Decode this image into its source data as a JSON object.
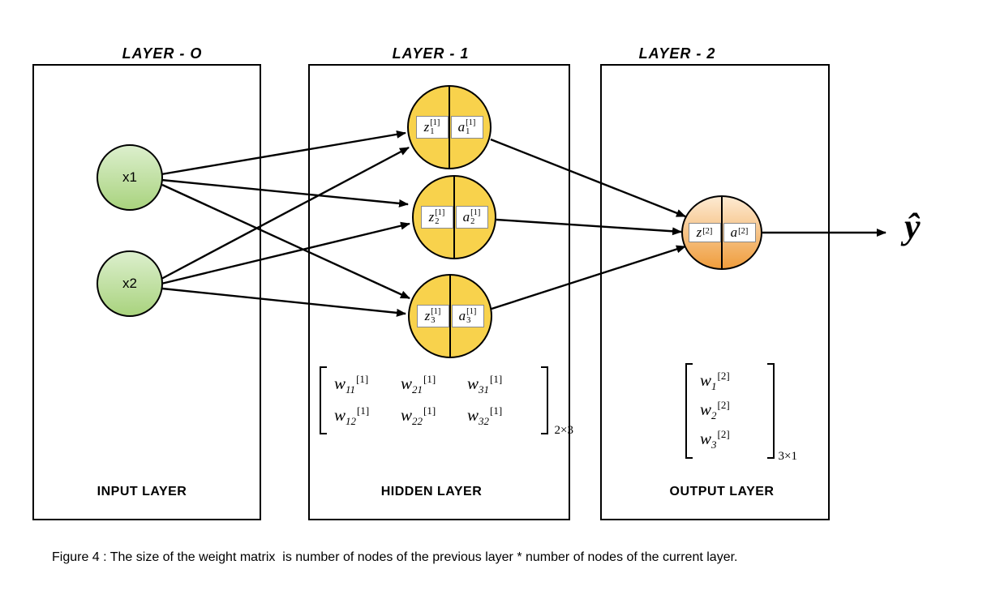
{
  "diagram": {
    "layers": [
      {
        "title": "LAYER - O",
        "footer": "INPUT LAYER"
      },
      {
        "title": "LAYER - 1",
        "footer": "HIDDEN LAYER"
      },
      {
        "title": "LAYER - 2",
        "footer": "OUTPUT LAYER"
      }
    ],
    "input_nodes": [
      {
        "label": "x1"
      },
      {
        "label": "x2"
      }
    ],
    "hidden_nodes": [
      {
        "z": "z",
        "z_sub": "1",
        "z_sup": "[1]",
        "a": "a",
        "a_sub": "1",
        "a_sup": "[1]"
      },
      {
        "z": "z",
        "z_sub": "2",
        "z_sup": "[1]",
        "a": "a",
        "a_sub": "2",
        "a_sup": "[1]"
      },
      {
        "z": "z",
        "z_sub": "3",
        "z_sup": "[1]",
        "a": "a",
        "a_sub": "3",
        "a_sup": "[1]"
      }
    ],
    "output_node": {
      "z": "z",
      "z_sup": "[2]",
      "a": "a",
      "a_sup": "[2]"
    },
    "prediction_label": "ŷ",
    "weight_matrix_1": {
      "rows": [
        [
          {
            "base": "w",
            "sub": "11",
            "sup": "[1]"
          },
          {
            "base": "w",
            "sub": "21",
            "sup": "[1]"
          },
          {
            "base": "w",
            "sub": "31",
            "sup": "[1]"
          }
        ],
        [
          {
            "base": "w",
            "sub": "12",
            "sup": "[1]"
          },
          {
            "base": "w",
            "sub": "22",
            "sup": "[1]"
          },
          {
            "base": "w",
            "sub": "32",
            "sup": "[1]"
          }
        ]
      ],
      "dims": "2×3"
    },
    "weight_matrix_2": {
      "rows": [
        [
          {
            "base": "w",
            "sub": "1",
            "sup": "[2]"
          }
        ],
        [
          {
            "base": "w",
            "sub": "2",
            "sup": "[2]"
          }
        ],
        [
          {
            "base": "w",
            "sub": "3",
            "sup": "[2]"
          }
        ]
      ],
      "dims": "3×1"
    },
    "colors": {
      "input_node_fill_top": "#dcefcd",
      "input_node_fill_bottom": "#a9d37e",
      "hidden_node_fill": "#f8d24c",
      "output_node_fill_top": "#fdead2",
      "output_node_fill_bottom": "#ef9d3d",
      "stroke": "#000000"
    }
  },
  "caption": "Figure 4 : The size of the weight matrix  is number of nodes of the previous layer * number of nodes of the current layer."
}
